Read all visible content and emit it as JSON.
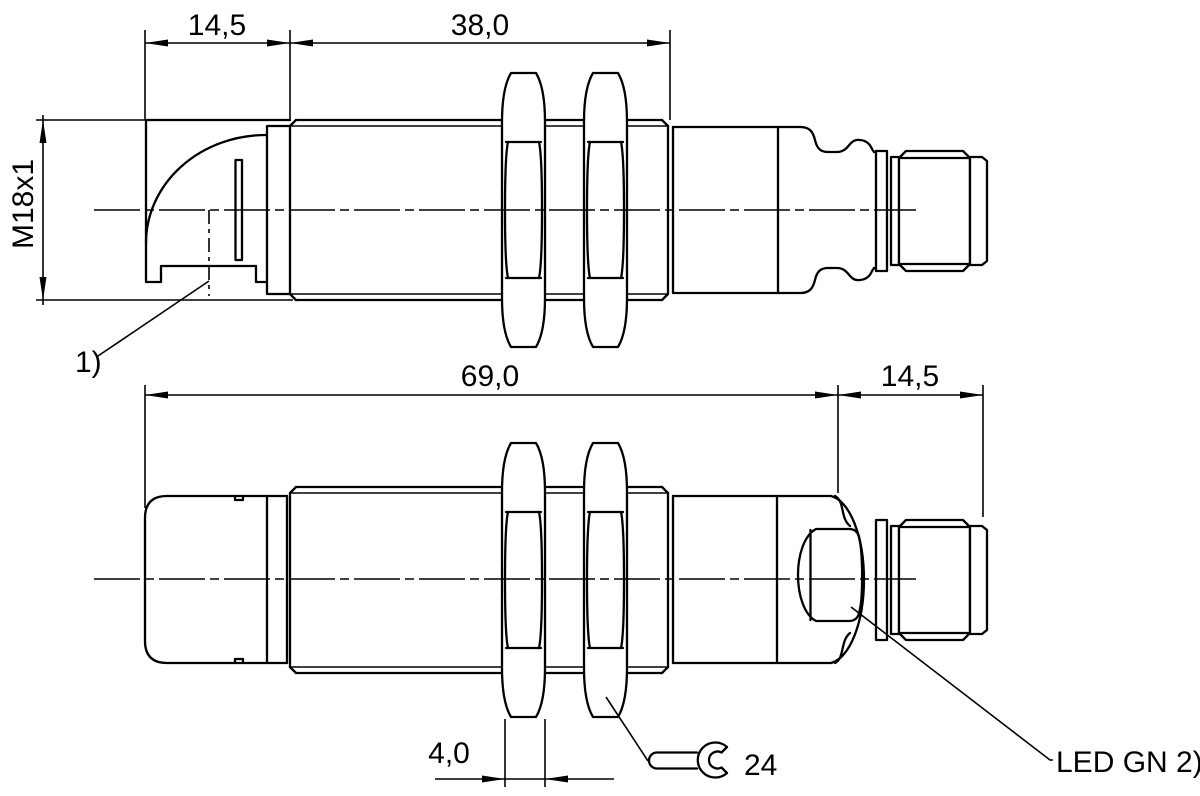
{
  "drawing": {
    "kind": "technical-dimension-drawing",
    "part": "M18 cylindrical sensor with M12 connector, two side views",
    "views": {
      "top_view": "side view with angled sensing head, thread, lock nuts, connector",
      "bottom_view": "rotated side view showing LED window, lock nuts, connector"
    },
    "colors": {
      "line": "#000000",
      "background": "#ffffff"
    }
  },
  "labels": {
    "head_length": "14,5",
    "thread_length": "38,0",
    "total_length": "69,0",
    "connector_length": "14,5",
    "nut_thickness": "4,0",
    "thread_spec": "M18x1",
    "wrench_size": "24",
    "footnote_ref": "1)",
    "led_label": "LED GN 2)"
  },
  "icons": {
    "wrench": "open-end-wrench-symbol"
  }
}
